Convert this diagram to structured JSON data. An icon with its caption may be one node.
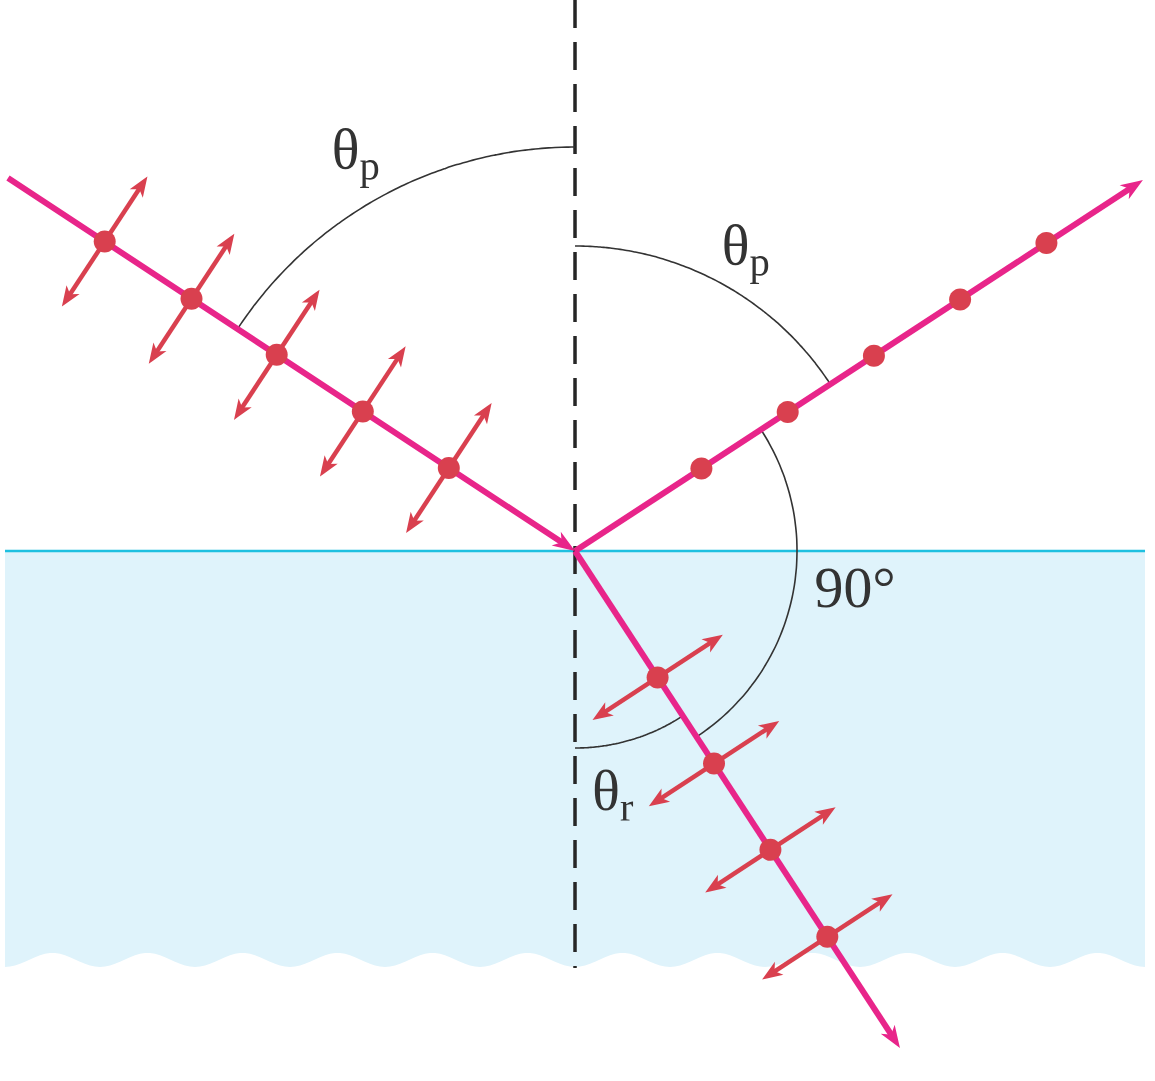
{
  "diagram": {
    "labels": [
      "θ$_{p}$",
      "θ$_{p}$",
      "90°",
      "θ$_{r}$"
    ]
  }
}
